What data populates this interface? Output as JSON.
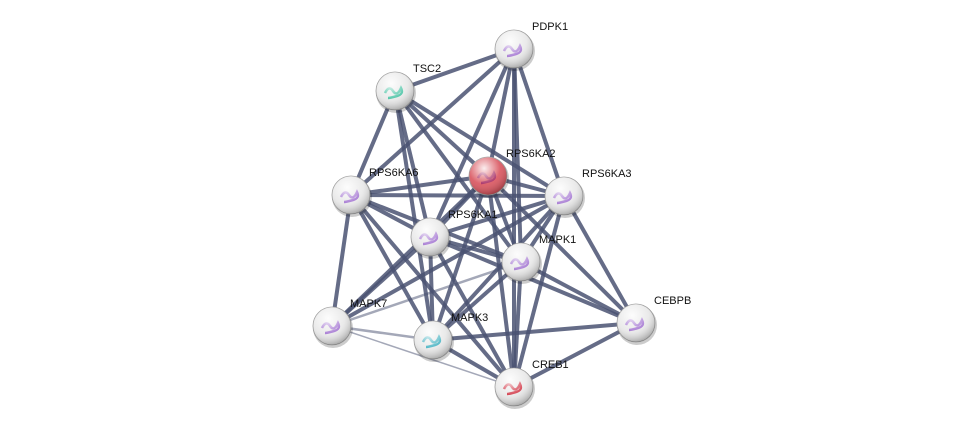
{
  "nodes": [
    {
      "id": "PDPK1",
      "label": "PDPK1",
      "color": "#e8e8e8",
      "structure": "#a070d0"
    },
    {
      "id": "TSC2",
      "label": "TSC2",
      "color": "#e8e8e8",
      "structure": "#40c0a0"
    },
    {
      "id": "RPS6KA2",
      "label": "RPS6KA2",
      "color": "#d9545e",
      "structure": "#a0205a",
      "query": true
    },
    {
      "id": "RPS6KA3",
      "label": "RPS6KA3",
      "color": "#e8e8e8",
      "structure": "#a070d0"
    },
    {
      "id": "RPS6KA6",
      "label": "RPS6KA6",
      "color": "#e8e8e8",
      "structure": "#a070d0"
    },
    {
      "id": "RPS6KA1",
      "label": "RPS6KA1",
      "color": "#e8e8e8",
      "structure": "#a070d0"
    },
    {
      "id": "MAPK1",
      "label": "MAPK1",
      "color": "#e8e8e8",
      "structure": "#a070d0"
    },
    {
      "id": "MAPK7",
      "label": "MAPK7",
      "color": "#e8e8e8",
      "structure": "#a070d0"
    },
    {
      "id": "MAPK3",
      "label": "MAPK3",
      "color": "#e8e8e8",
      "structure": "#40b0c0"
    },
    {
      "id": "CEBPB",
      "label": "CEBPB",
      "color": "#e8e8e8",
      "structure": "#a070d0"
    },
    {
      "id": "CREB1",
      "label": "CREB1",
      "color": "#e8e8e8",
      "structure": "#d03040"
    }
  ],
  "edges": [
    [
      "PDPK1",
      "TSC2",
      0.8
    ],
    [
      "PDPK1",
      "RPS6KA6",
      0.8
    ],
    [
      "PDPK1",
      "RPS6KA1",
      0.9
    ],
    [
      "PDPK1",
      "MAPK1",
      0.8
    ],
    [
      "PDPK1",
      "RPS6KA3",
      0.9
    ],
    [
      "PDPK1",
      "CREB1",
      0.8
    ],
    [
      "PDPK1",
      "RPS6KA2",
      0.9
    ],
    [
      "TSC2",
      "RPS6KA6",
      0.8
    ],
    [
      "TSC2",
      "RPS6KA1",
      0.9
    ],
    [
      "TSC2",
      "MAPK3",
      0.9
    ],
    [
      "TSC2",
      "MAPK1",
      0.9
    ],
    [
      "TSC2",
      "RPS6KA3",
      0.8
    ],
    [
      "TSC2",
      "RPS6KA2",
      0.8
    ],
    [
      "RPS6KA6",
      "RPS6KA2",
      0.8
    ],
    [
      "RPS6KA6",
      "RPS6KA3",
      0.9
    ],
    [
      "RPS6KA6",
      "RPS6KA1",
      0.9
    ],
    [
      "RPS6KA6",
      "MAPK1",
      0.9
    ],
    [
      "RPS6KA6",
      "MAPK3",
      0.9
    ],
    [
      "RPS6KA6",
      "MAPK7",
      0.7
    ],
    [
      "RPS6KA6",
      "CREB1",
      0.8
    ],
    [
      "RPS6KA2",
      "RPS6KA1",
      0.9
    ],
    [
      "RPS6KA2",
      "MAPK1",
      0.9
    ],
    [
      "RPS6KA2",
      "MAPK3",
      0.9
    ],
    [
      "RPS6KA2",
      "CREB1",
      0.9
    ],
    [
      "RPS6KA2",
      "CEBPB",
      0.8
    ],
    [
      "RPS6KA2",
      "RPS6KA3",
      0.9
    ],
    [
      "RPS6KA2",
      "MAPK7",
      0.7
    ],
    [
      "RPS6KA3",
      "RPS6KA1",
      0.9
    ],
    [
      "RPS6KA3",
      "MAPK1",
      0.9
    ],
    [
      "RPS6KA3",
      "MAPK3",
      0.9
    ],
    [
      "RPS6KA3",
      "MAPK7",
      0.7
    ],
    [
      "RPS6KA3",
      "CEBPB",
      0.8
    ],
    [
      "RPS6KA3",
      "CREB1",
      0.9
    ],
    [
      "RPS6KA1",
      "MAPK1",
      0.9
    ],
    [
      "RPS6KA1",
      "MAPK3",
      0.9
    ],
    [
      "RPS6KA1",
      "MAPK7",
      0.8
    ],
    [
      "RPS6KA1",
      "CREB1",
      0.9
    ],
    [
      "RPS6KA1",
      "CEBPB",
      0.8
    ],
    [
      "MAPK1",
      "MAPK3",
      0.9
    ],
    [
      "MAPK1",
      "MAPK7",
      0.4
    ],
    [
      "MAPK1",
      "CREB1",
      0.9
    ],
    [
      "MAPK1",
      "CEBPB",
      0.9
    ],
    [
      "MAPK7",
      "MAPK3",
      0.5
    ],
    [
      "MAPK7",
      "CREB1",
      0.25
    ],
    [
      "MAPK3",
      "CEBPB",
      0.9
    ],
    [
      "MAPK3",
      "CREB1",
      0.9
    ],
    [
      "CEBPB",
      "CREB1",
      0.9
    ]
  ],
  "edge_color": "#4a5272"
}
